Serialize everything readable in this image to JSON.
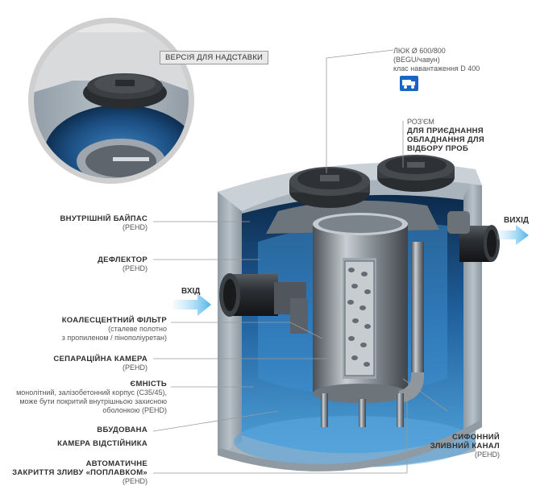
{
  "inset_tag": "ВЕРСІЯ ДЛЯ НАДСТАВКИ",
  "hatch": {
    "line1": "ЛЮК Ø 600/800",
    "line2": "(BEGU/чавун)",
    "line3": "клас навантаження D 400",
    "icon": "truck-icon",
    "icon_color": "#1a64c4"
  },
  "sampling": {
    "title": "РОЗ'ЄМ",
    "l1": "ДЛЯ ПРИЄДНАННЯ",
    "l2": "ОБЛАДНАННЯ ДЛЯ",
    "l3": "ВІДБОРУ ПРОБ"
  },
  "outlet": "ВИХІД",
  "inlet": "ВХІД",
  "labels": {
    "bypass": {
      "title": "ВНУТРІШНІЙ БАЙПАС",
      "sub": "(PEHD)"
    },
    "deflector": {
      "title": "ДЕФЛЕКТОР",
      "sub": "(PEHD)"
    },
    "coalescent": {
      "title": "КОАЛЕСЦЕНТНИЙ ФІЛЬТР",
      "sub1": "(сталеве полотно",
      "sub2": "з пропиленом / пінополіуретан)"
    },
    "separation": {
      "title": "СЕПАРАЦІЙНА КАМЕРА",
      "sub": "(PEHD)"
    },
    "tank": {
      "title": "ЄМНІСТЬ",
      "sub1": "монолітний, залізобетонний корпус (С35/45),",
      "sub2": "може бути покритий внутрішньою захисною",
      "sub3": "оболонкою (PEHD)"
    },
    "settling": {
      "title1": "ВБУДОВАНА",
      "title2": "КАМЕРА ВІДСТІЙНИКА"
    },
    "auto": {
      "title1": "АВТОМАТИЧНЕ",
      "title2": "ЗАКРИТТЯ ЗЛИВУ «ПОПЛАВКОМ»",
      "sub": "(PEHD)"
    },
    "siphon": {
      "title1": "СИФОННИЙ",
      "title2": "ЗЛИВНИЙ КАНАЛ",
      "sub": "(PEHD)"
    }
  },
  "colors": {
    "concrete": "#9aa4ad",
    "water": "#2f83c6",
    "flow_arrow": "#4fb3e8"
  }
}
